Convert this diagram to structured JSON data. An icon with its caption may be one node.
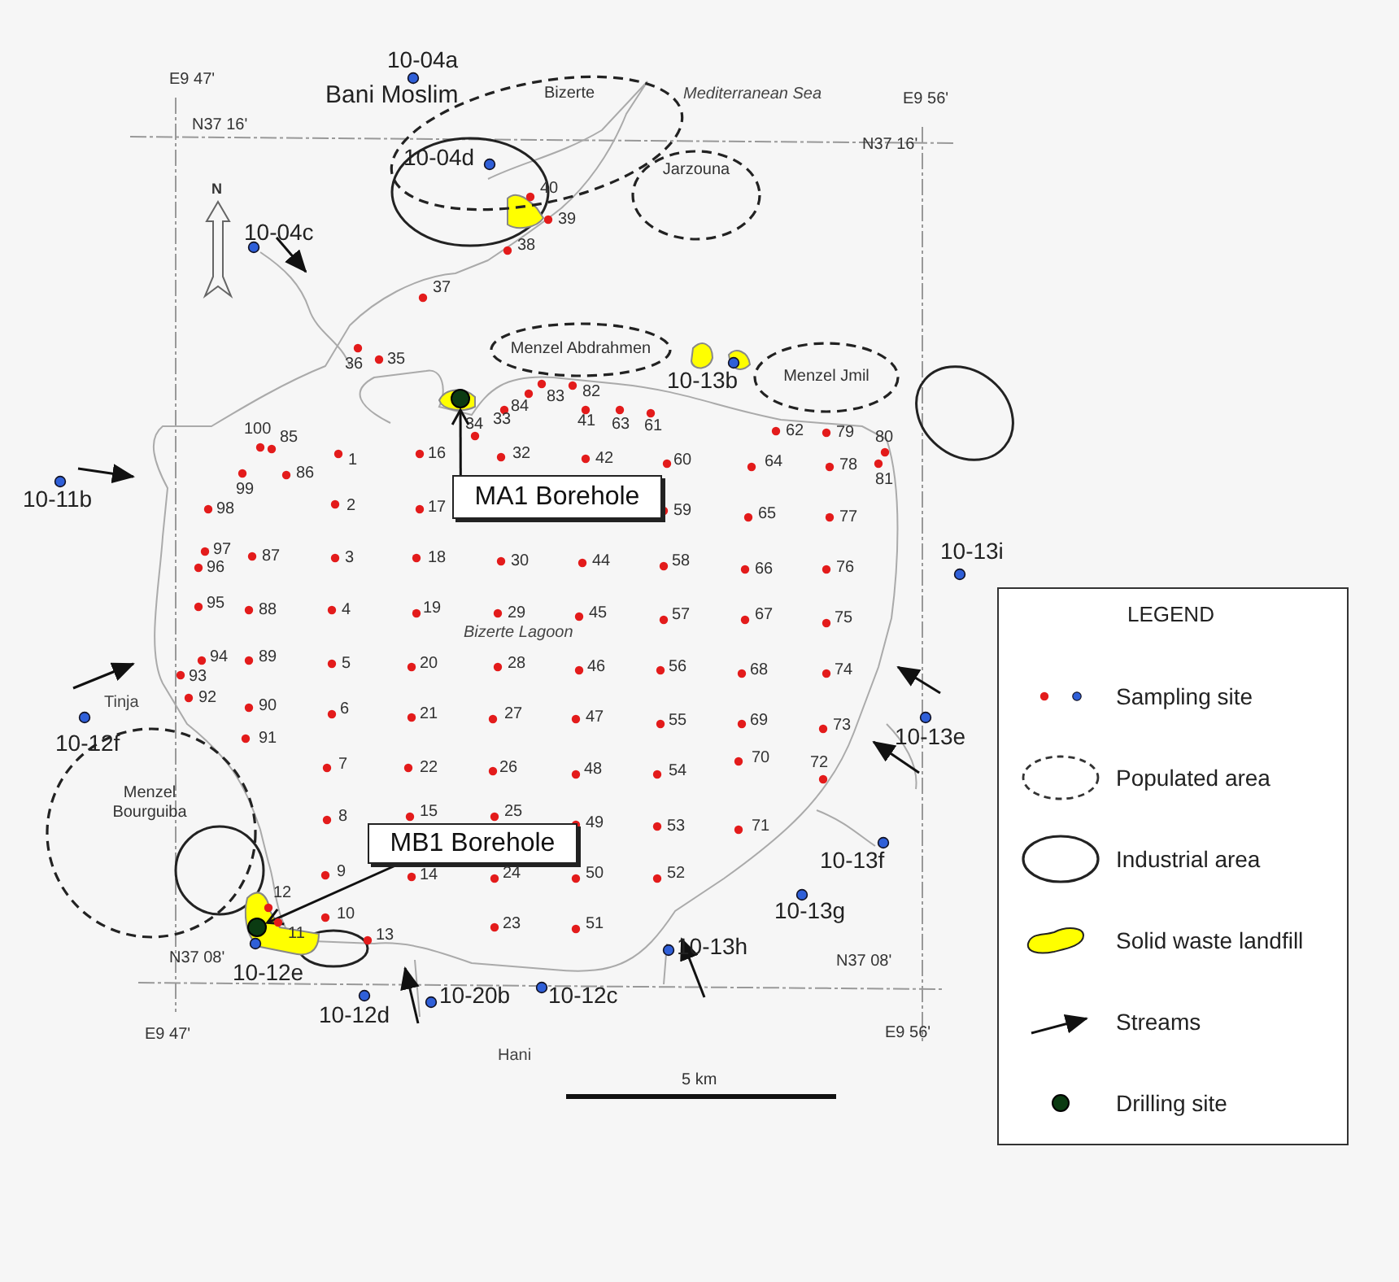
{
  "diagram": {
    "nodes": [
      {
        "text": [
          "Bizerte"
        ]
      },
      {
        "text": [
          "Jarzouna"
        ]
      },
      {
        "text": [
          "Menzel Abdrahmen"
        ]
      },
      {
        "text": [
          "Menzel Jmil"
        ]
      },
      {
        "text": [
          "Menzel Bourguiba"
        ]
      },
      {
        "text": [
          "MA1 Borehole"
        ]
      },
      {
        "text": [],
        "shape": "circle"
      },
      {
        "text": [
          "MB1 Borehole"
        ]
      },
      {
        "text": [],
        "shape": "circle"
      }
    ],
    "edges": [
      {
        "from": 5,
        "to": 6,
        "arrow": "to"
      },
      {
        "from": 7,
        "to": 8,
        "arrow": "to"
      }
    ],
    "labels": [
      "10-04a",
      "E9 47'",
      "Bani Moslim",
      "Mediterranean Sea",
      "E9 56'",
      "N37 16'",
      "N37 16'",
      "10-04d",
      "N",
      "40",
      "39",
      "10-04c",
      "38",
      "37",
      "36",
      "35",
      "10-13b",
      "82",
      "83",
      "84",
      "100",
      "85",
      "34",
      "33",
      "41",
      "63",
      "61",
      "62",
      "79",
      "80",
      "1",
      "16",
      "32",
      "42",
      "60",
      "64",
      "78",
      "81",
      "10-11b",
      "99",
      "86",
      "98",
      "2",
      "17",
      "59",
      "65",
      "77",
      "97",
      "96",
      "87",
      "3",
      "18",
      "30",
      "44",
      "58",
      "66",
      "76",
      "10-13i",
      "95",
      "88",
      "4",
      "19",
      "29",
      "45",
      "57",
      "67",
      "75",
      "Bizerte Lagoon",
      "94",
      "89",
      "5",
      "20",
      "28",
      "46",
      "56",
      "68",
      "74",
      "93",
      "92",
      "Tinja",
      "90",
      "6",
      "21",
      "27",
      "47",
      "55",
      "69",
      "73",
      "10-12f",
      "91",
      "10-13e",
      "7",
      "22",
      "26",
      "48",
      "54",
      "70",
      "72",
      "15",
      "25",
      "8",
      "49",
      "53",
      "71",
      "10-13f",
      "9",
      "14",
      "24",
      "50",
      "52",
      "12",
      "10-13g",
      "11",
      "10",
      "23",
      "51",
      "13",
      "10-13h",
      "N37 08'",
      "N37 08'",
      "10-12e",
      "10-20b",
      "10-12c",
      "10-12d",
      "E9 47'",
      "E9 56'",
      "Hani",
      "5 km",
      "LEGEND"
    ],
    "legend": [
      {
        "text": "Sampling site"
      },
      {
        "text": "Populated area"
      },
      {
        "text": "Industrial area"
      },
      {
        "text": "Solid waste landfill"
      },
      {
        "text": "Streams"
      },
      {
        "text": "Drilling site"
      }
    ]
  }
}
